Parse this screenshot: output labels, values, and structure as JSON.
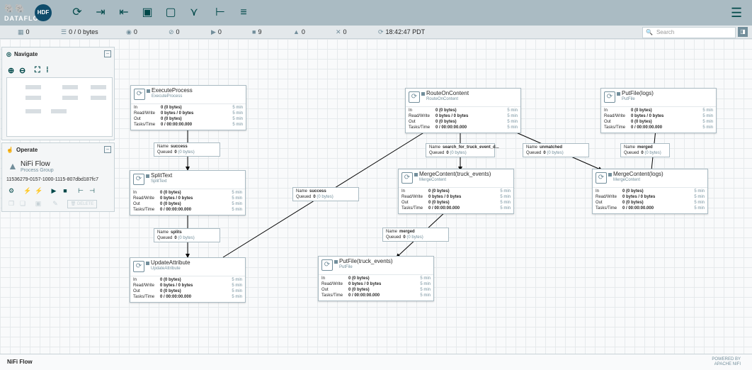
{
  "header": {
    "logo_text": "DATAFLOW",
    "badge": "HDF",
    "toolbar": [
      {
        "name": "processor-tool",
        "glyph": "⟳"
      },
      {
        "name": "input-port-tool",
        "glyph": "⇥"
      },
      {
        "name": "output-port-tool",
        "glyph": "⇤"
      },
      {
        "name": "process-group-tool",
        "glyph": "▣"
      },
      {
        "name": "remote-group-tool",
        "glyph": "▢"
      },
      {
        "name": "funnel-tool",
        "glyph": "⋎"
      },
      {
        "name": "template-tool",
        "glyph": "⊢"
      },
      {
        "name": "label-tool",
        "glyph": "≡"
      }
    ]
  },
  "status": {
    "threads": "0",
    "queued": "0 / 0 bytes",
    "transmitting": "0",
    "not_transmitting": "0",
    "running": "0",
    "stopped": "9",
    "invalid": "0",
    "disabled": "0",
    "refreshed": "18:42:47 PDT"
  },
  "search": {
    "placeholder": "Search"
  },
  "navigate": {
    "title": "Navigate"
  },
  "operate": {
    "title": "Operate",
    "name": "NiFi Flow",
    "type": "Process Group",
    "id": "11536279-0157-1000-1115-807dbd187fc7",
    "delete_label": "DELETE"
  },
  "processors": [
    {
      "name": "ExecuteProcess",
      "type": "ExecuteProcess",
      "in": "0 (0 bytes)",
      "rw": "0 bytes / 0 bytes",
      "out": "0 (0 bytes)",
      "tasks": "0 / 00:00:00.000"
    },
    {
      "name": "SplitText",
      "type": "SplitText",
      "in": "0 (0 bytes)",
      "rw": "0 bytes / 0 bytes",
      "out": "0 (0 bytes)",
      "tasks": "0 / 00:00:00.000"
    },
    {
      "name": "UpdateAttribute",
      "type": "UpdateAttribute",
      "in": "0 (0 bytes)",
      "rw": "0 bytes / 0 bytes",
      "out": "0 (0 bytes)",
      "tasks": "0 / 00:00:00.000"
    },
    {
      "name": "RouteOnContent",
      "type": "RouteOnContent",
      "in": "0 (0 bytes)",
      "rw": "0 bytes / 0 bytes",
      "out": "0 (0 bytes)",
      "tasks": "0 / 00:00:00.000"
    },
    {
      "name": "MergeContent(truck_events)",
      "type": "MergeContent",
      "in": "0 (0 bytes)",
      "rw": "0 bytes / 0 bytes",
      "out": "0 (0 bytes)",
      "tasks": "0 / 00:00:00.000"
    },
    {
      "name": "PutFile(truck_events)",
      "type": "PutFile",
      "in": "0 (0 bytes)",
      "rw": "0 bytes / 0 bytes",
      "out": "0 (0 bytes)",
      "tasks": "0 / 00:00:00.000"
    },
    {
      "name": "PutFile(logs)",
      "type": "PutFile",
      "in": "0 (0 bytes)",
      "rw": "0 bytes / 0 bytes",
      "out": "0 (0 bytes)",
      "tasks": "0 / 00:00:00.000"
    },
    {
      "name": "MergeContent(logs)",
      "type": "MergeContent",
      "in": "0 (0 bytes)",
      "rw": "0 bytes / 0 bytes",
      "out": "0 (0 bytes)",
      "tasks": "0 / 00:00:00.000"
    }
  ],
  "row_labels": {
    "in": "In",
    "rw": "Read/Write",
    "out": "Out",
    "tasks": "Tasks/Time",
    "window": "5 min"
  },
  "connections": [
    {
      "name": "success",
      "queued": "0",
      "queued_bytes": "(0 bytes)"
    },
    {
      "name": "splits",
      "queued": "0",
      "queued_bytes": "(0 bytes)"
    },
    {
      "name": "success",
      "queued": "0",
      "queued_bytes": "(0 bytes)"
    },
    {
      "name": "search_for_truck_event_d...",
      "queued": "0",
      "queued_bytes": "(0 bytes)"
    },
    {
      "name": "unmatched",
      "queued": "0",
      "queued_bytes": "(0 bytes)"
    },
    {
      "name": "merged",
      "queued": "0",
      "queued_bytes": "(0 bytes)"
    },
    {
      "name": "merged",
      "queued": "0",
      "queued_bytes": "(0 bytes)"
    }
  ],
  "conn_labels": {
    "name": "Name",
    "queued": "Queued"
  },
  "footer": {
    "breadcrumb": "NiFi Flow",
    "powered_1": "POWERED BY",
    "powered_2": "APACHE NIFI"
  }
}
